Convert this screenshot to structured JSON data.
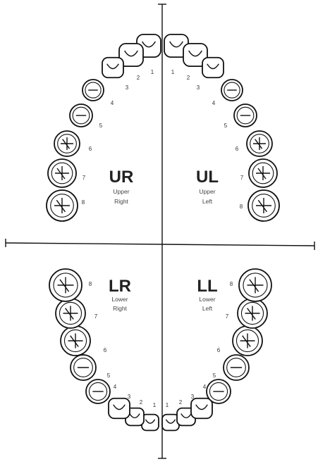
{
  "quadrants": {
    "ur": {
      "code": "UR",
      "line1": "Upper",
      "line2": "Right"
    },
    "ul": {
      "code": "UL",
      "line1": "Upper",
      "line2": "Left"
    },
    "lr": {
      "code": "LR",
      "line1": "Lower",
      "line2": "Right"
    },
    "ll": {
      "code": "LL",
      "line1": "Lower",
      "line2": "Left"
    }
  },
  "tooth_numbers": [
    "1",
    "2",
    "3",
    "4",
    "5",
    "6",
    "7",
    "8"
  ],
  "colors": {
    "outline": "#111111",
    "text": "#222222",
    "background": "#ffffff"
  }
}
